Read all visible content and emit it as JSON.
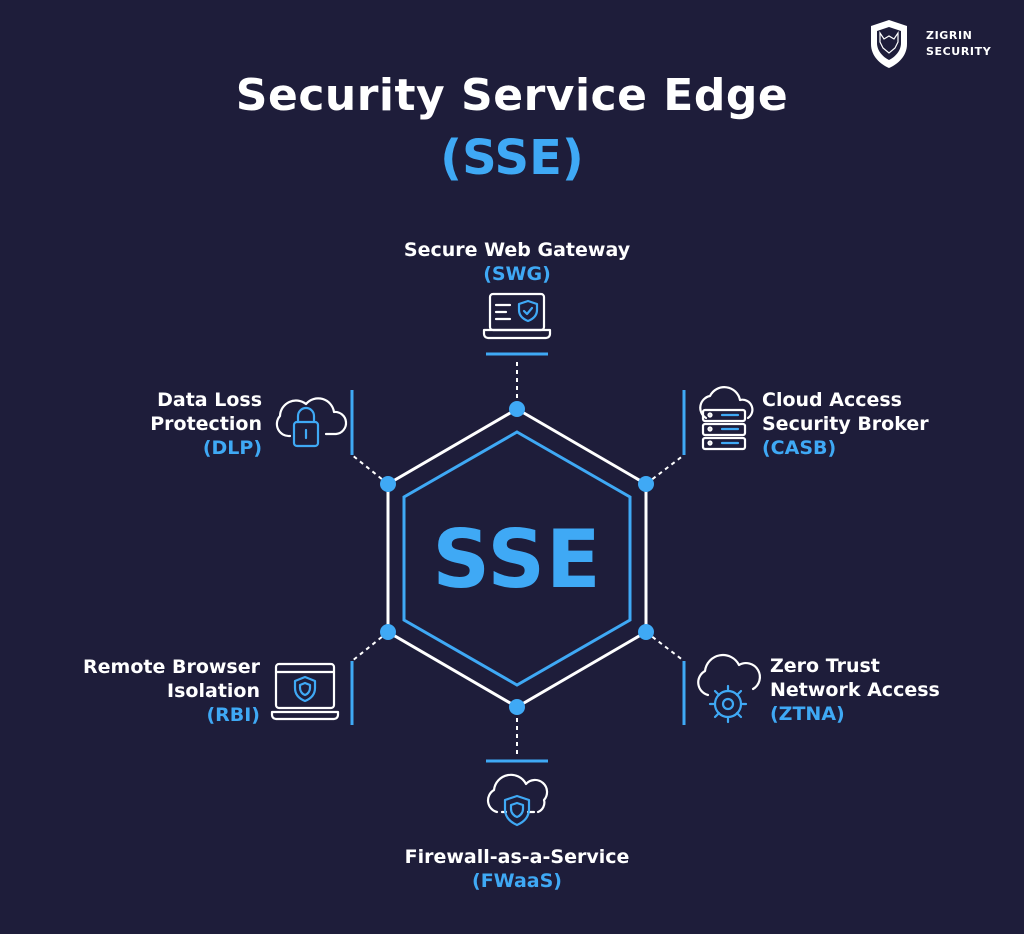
{
  "colors": {
    "background": "#1e1d3a",
    "accent": "#3fa9f5",
    "white": "#ffffff"
  },
  "logo": {
    "brand_line1": "ZIGRIN",
    "brand_line2": "SECURITY",
    "icon": "wolf-shield-icon"
  },
  "title": "Security Service Edge",
  "subtitle": "(SSE)",
  "center": "SSE",
  "components": {
    "swg": {
      "name_lines": [
        "Secure Web Gateway"
      ],
      "abbr": "(SWG)",
      "icon": "laptop-shield-icon"
    },
    "casb": {
      "name_lines": [
        "Cloud Access",
        "Security Broker"
      ],
      "abbr": "(CASB)",
      "icon": "cloud-server-icon"
    },
    "ztna": {
      "name_lines": [
        "Zero Trust",
        "Network Access"
      ],
      "abbr": "(ZTNA)",
      "icon": "cloud-gear-icon"
    },
    "fwaas": {
      "name_lines": [
        "Firewall-as-a-Service"
      ],
      "abbr": "(FWaaS)",
      "icon": "cloud-shield-icon"
    },
    "rbi": {
      "name_lines": [
        "Remote Browser",
        "Isolation"
      ],
      "abbr": "(RBI)",
      "icon": "browser-shield-icon"
    },
    "dlp": {
      "name_lines": [
        "Data Loss",
        "Protection"
      ],
      "abbr": "(DLP)",
      "icon": "cloud-lock-icon"
    }
  }
}
